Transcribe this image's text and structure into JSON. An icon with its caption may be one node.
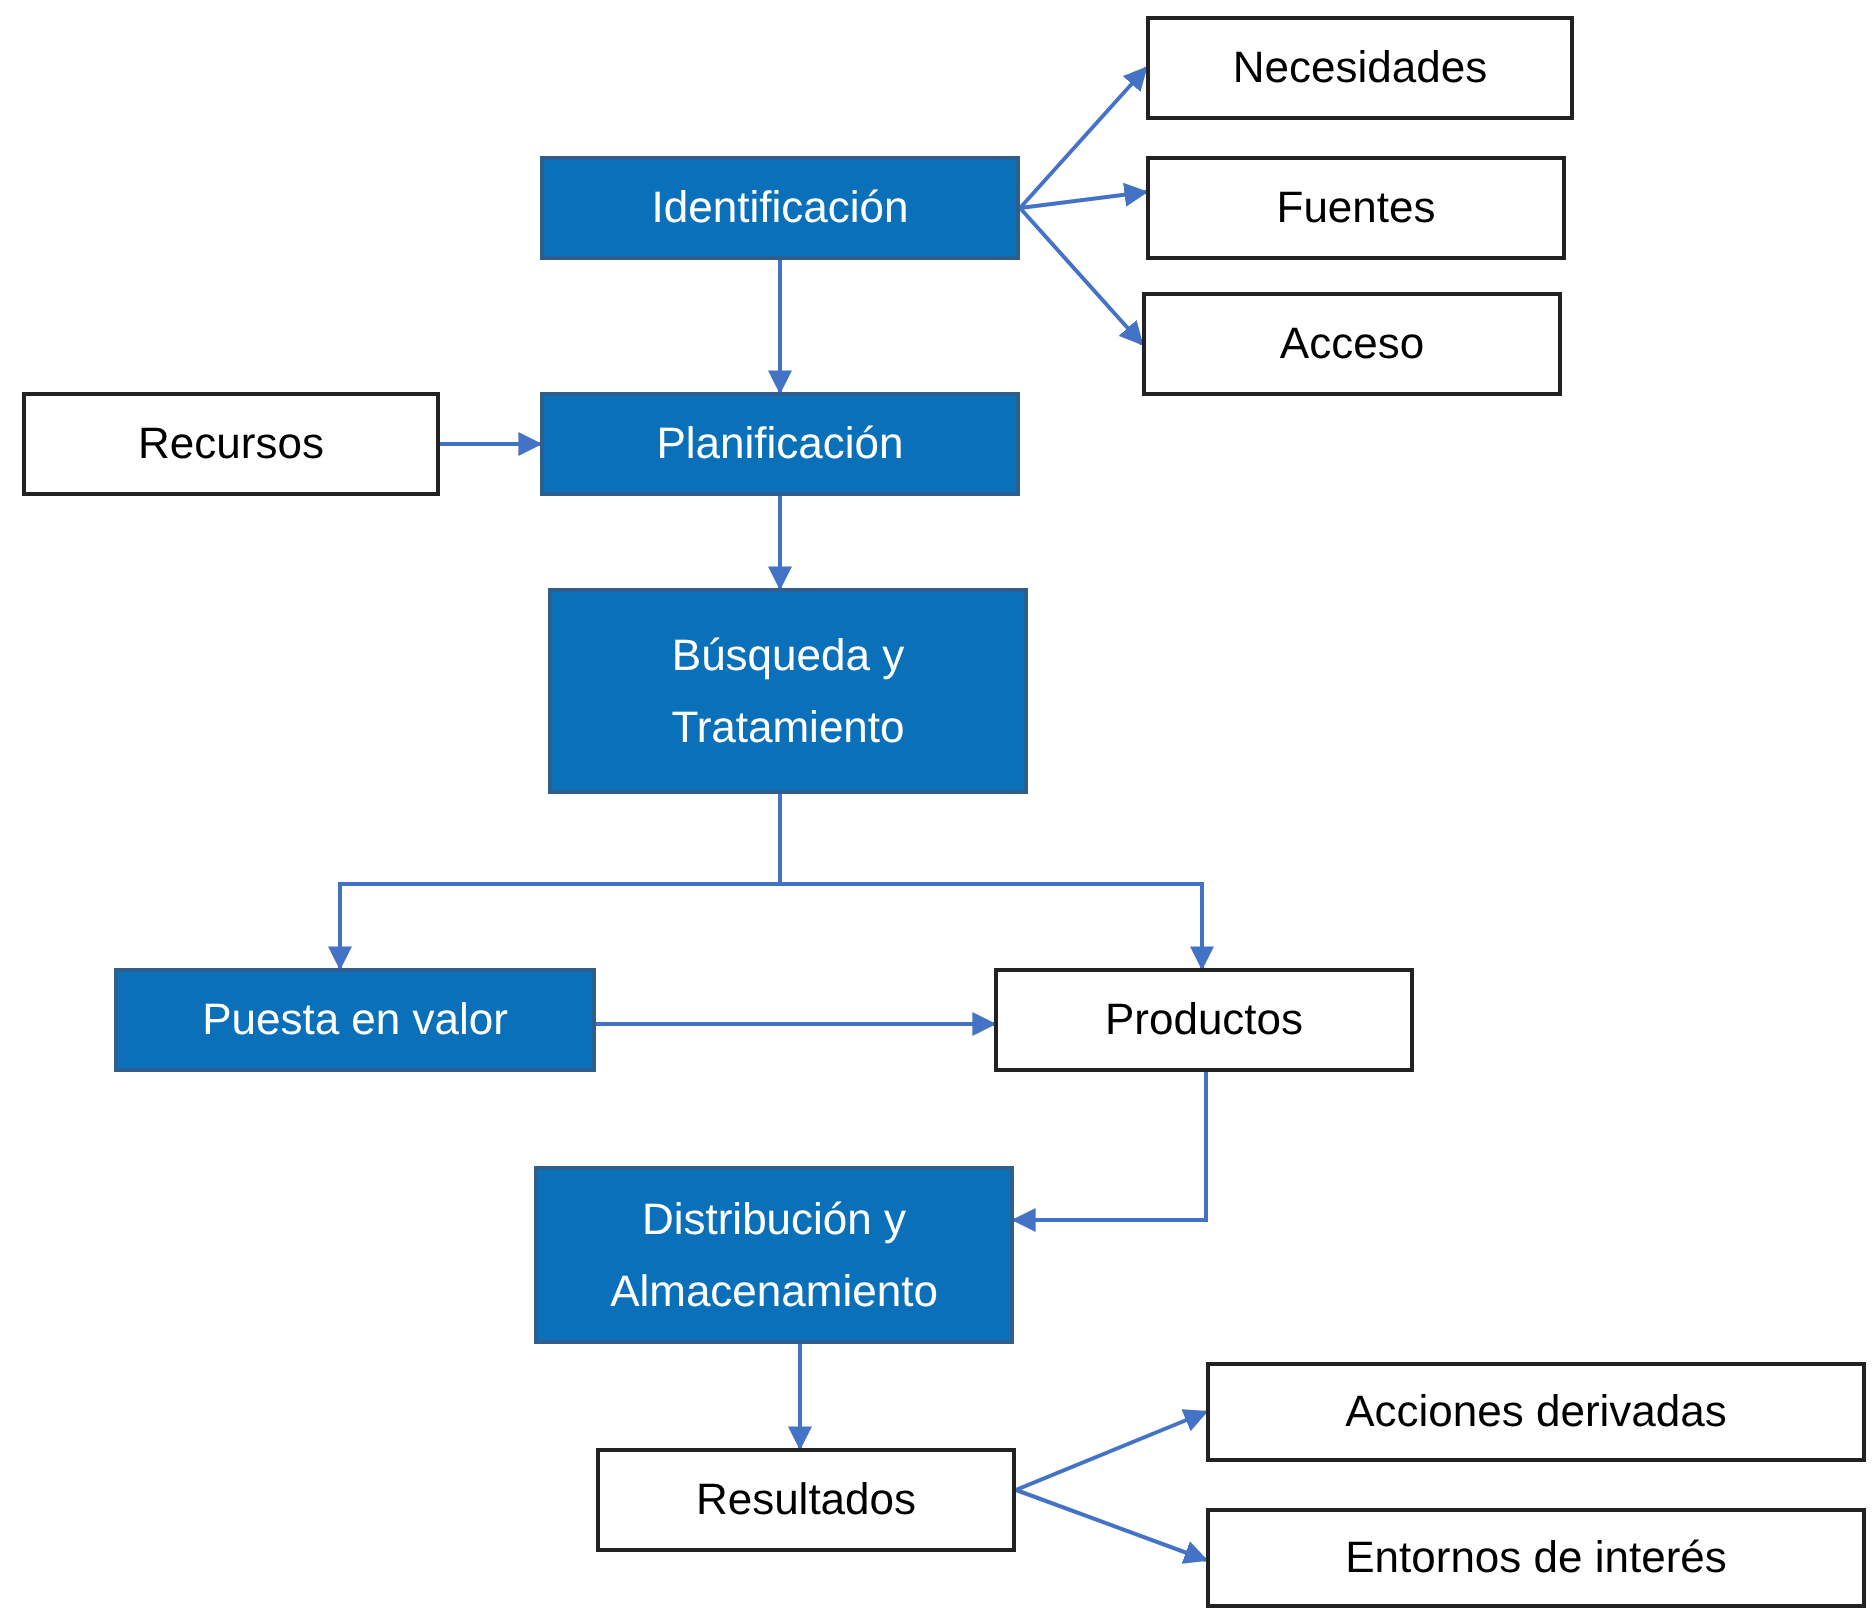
{
  "diagram": {
    "nodes": [
      {
        "text": [
          "Identificación"
        ]
      },
      {
        "text": [
          "Necesidades"
        ]
      },
      {
        "text": [
          "Fuentes"
        ]
      },
      {
        "text": [
          "Acceso"
        ]
      },
      {
        "text": [
          "Recursos"
        ]
      },
      {
        "text": [
          "Planificación"
        ]
      },
      {
        "text": [
          "Búsqueda y Tratamiento"
        ]
      },
      {
        "text": [
          "Puesta en valor"
        ]
      },
      {
        "text": [
          "Productos"
        ]
      },
      {
        "text": [
          "Distribución y Almacenamiento"
        ]
      },
      {
        "text": [
          "Resultados"
        ]
      },
      {
        "text": [
          "Acciones derivadas"
        ]
      },
      {
        "text": [
          "Entornos de interés"
        ]
      }
    ],
    "edges": [
      {
        "from": 0,
        "to": 1,
        "arrow": "to"
      },
      {
        "from": 0,
        "to": 2,
        "arrow": "to"
      },
      {
        "from": 0,
        "to": 3,
        "arrow": "to"
      },
      {
        "from": 0,
        "to": 5,
        "arrow": "to"
      },
      {
        "from": 4,
        "to": 5,
        "arrow": "to"
      },
      {
        "from": 5,
        "to": 6,
        "arrow": "to"
      },
      {
        "from": 6,
        "to": 7,
        "arrow": "to"
      },
      {
        "from": 6,
        "to": 8,
        "arrow": "to"
      },
      {
        "from": 7,
        "to": 8,
        "arrow": "to"
      },
      {
        "from": 8,
        "to": 9,
        "arrow": "to"
      },
      {
        "from": 9,
        "to": 10,
        "arrow": "to"
      },
      {
        "from": 10,
        "to": 11,
        "arrow": "to"
      },
      {
        "from": 10,
        "to": 12,
        "arrow": "to"
      }
    ]
  }
}
